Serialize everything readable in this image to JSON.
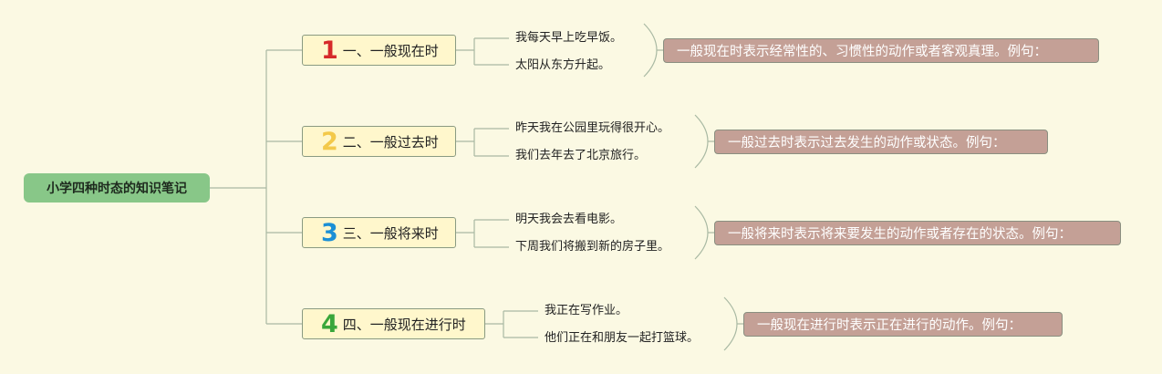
{
  "root": {
    "label": "小学四种时态的知识笔记"
  },
  "colors": {
    "root_fill": "#88c788",
    "branch_fill": "#fff7cc",
    "summary_fill": "#c4a096",
    "connector": "#a9b9a3",
    "num1": "#d62a2a",
    "num2": "#f3c94a",
    "num3": "#1b8fd6",
    "num4": "#3aa63a"
  },
  "branches": [
    {
      "number": "1",
      "label": "一、一般现在时",
      "examples": [
        "我每天早上吃早饭。",
        "太阳从东方升起。"
      ],
      "summary": "一般现在时表示经常性的、习惯性的动作或者客观真理。例句："
    },
    {
      "number": "2",
      "label": "二、一般过去时",
      "examples": [
        "昨天我在公园里玩得很开心。",
        "我们去年去了北京旅行。"
      ],
      "summary": "一般过去时表示过去发生的动作或状态。例句："
    },
    {
      "number": "3",
      "label": "三、一般将来时",
      "examples": [
        "明天我会去看电影。",
        "下周我们将搬到新的房子里。"
      ],
      "summary": "一般将来时表示将来要发生的动作或者存在的状态。例句："
    },
    {
      "number": "4",
      "label": "四、一般现在进行时",
      "examples": [
        "我正在写作业。",
        "他们正在和朋友一起打篮球。"
      ],
      "summary": "一般现在进行时表示正在进行的动作。例句："
    }
  ]
}
